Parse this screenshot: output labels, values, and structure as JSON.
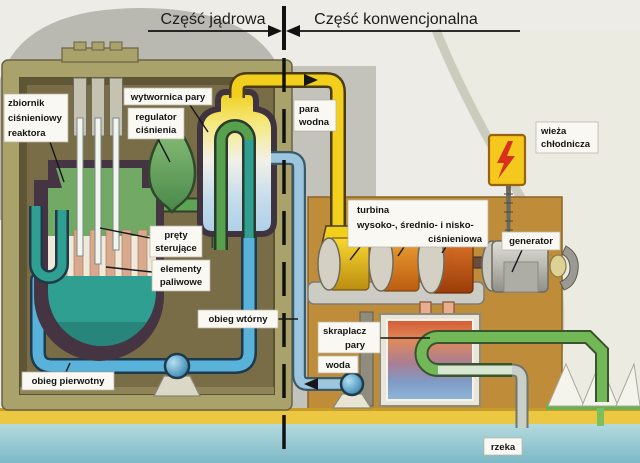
{
  "diagram_title": "Schemat elektrowni jądrowej (nuclear power plant scheme)",
  "header": {
    "left": "Część jądrowa",
    "right": "Część konwencjonalna"
  },
  "labels": {
    "zbiornik": {
      "lines": [
        "zbiornik",
        "ciśnieniowy",
        "reaktora"
      ]
    },
    "wytwornica": {
      "lines": [
        "wytwornica pary"
      ]
    },
    "regulator": {
      "lines": [
        "regulator",
        "ciśnienia"
      ]
    },
    "prety": {
      "lines": [
        "pręty",
        "sterujące"
      ]
    },
    "elementy": {
      "lines": [
        "elementy",
        "paliwowe"
      ]
    },
    "obieg_wtorny": {
      "lines": [
        "obieg wtórny"
      ]
    },
    "obieg_pierwotny": {
      "lines": [
        "obieg pierwotny"
      ]
    },
    "para_wodna": {
      "lines": [
        "para",
        "wodna"
      ]
    },
    "turbina": {
      "lines": [
        "turbina",
        "wysoko-, średnio- i nisko-",
        "ciśnieniowa"
      ]
    },
    "generator": {
      "lines": [
        "generator"
      ]
    },
    "wieza": {
      "lines": [
        "wieża",
        "chłodnicza"
      ]
    },
    "skraplacz": {
      "lines": [
        "skraplacz",
        "pary"
      ]
    },
    "woda": {
      "lines": [
        "woda"
      ]
    },
    "rzeka": {
      "lines": [
        "rzeka"
      ]
    }
  },
  "colors": {
    "dome_gray": "#b9b9b1",
    "containment_olive": "#a9a26a",
    "inner_chamber": "#786d46",
    "vessel_dark": "#453442",
    "reactor_green": "#72a965",
    "coolant_teal": "#2f9f92",
    "fuel_salmon": "#d9a98e",
    "primary_blue": "#58b2da",
    "steam_yellow": "#f2cf1d",
    "feedwater_blue": "#9cc6de",
    "turbine_yellow": "#f6d22a",
    "turbine_orange": "#ee9c32",
    "turbine_dark_orange": "#df7426",
    "condenser_hot": "#d45c32",
    "condenser_cold": "#90b6d8",
    "cooling_green": "#72b857",
    "machinery_tan": "#bf8c3a",
    "bank_yellow": "#ecc741",
    "river_blue": "#8cc4ce",
    "label_bg": "#faf8f2",
    "lightning_red": "#d8301a"
  }
}
